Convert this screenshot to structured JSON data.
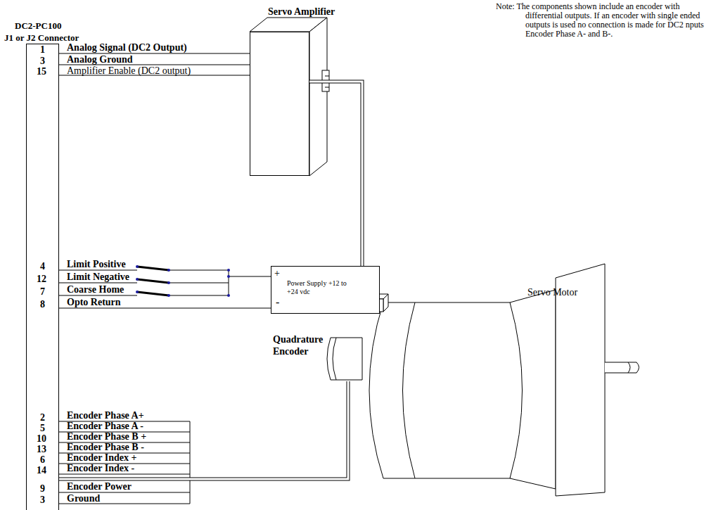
{
  "diagram": {
    "nodes": [
      {
        "text": [
          "DC2-PC100",
          "J1 or J2 Connector"
        ]
      },
      {
        "text": [
          "Servo Amplifier"
        ]
      },
      {
        "text": [
          "+",
          "Power Supply +12 to +24 vdc",
          "-"
        ]
      },
      {
        "text": [
          "Quadrature Encoder"
        ]
      },
      {
        "text": [
          "Servo Motor"
        ]
      }
    ],
    "edges": [
      {
        "from": 0,
        "to": 1,
        "arrow": "none"
      },
      {
        "from": 1,
        "to": 4,
        "arrow": "none"
      },
      {
        "from": 2,
        "to": 0,
        "arrow": "none"
      },
      {
        "from": 3,
        "to": 0,
        "arrow": "none"
      }
    ],
    "labels": [
      "1",
      "Analog Signal (DC2 Output)",
      "3",
      "Analog Ground",
      "15",
      "Amplifier Enable (DC2 output)",
      "4",
      "Limit Positive",
      "12",
      "Limit Negative",
      "7",
      "Coarse Home",
      "8",
      "Opto Return",
      "2",
      "Encoder Phase A+",
      "5",
      "Encoder Phase A -",
      "10",
      "Encoder Phase B +",
      "13",
      "Encoder Phase B -",
      "6",
      "Encoder Index +",
      "14",
      "Encoder Index -",
      "9",
      "Encoder Power",
      "3",
      "Ground",
      "Note: The components shown include an encoder with differential outputs. If an encoder with single ended outputs is used no connection is made for DC2 nputs Encoder Phase A- and B-."
    ]
  }
}
